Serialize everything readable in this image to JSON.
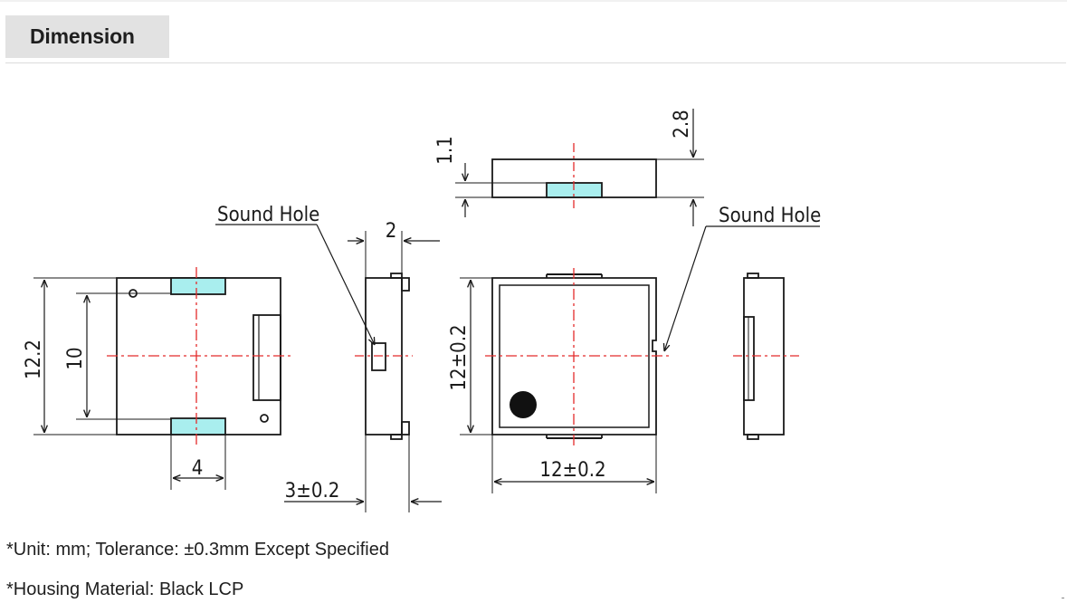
{
  "section": {
    "tab_label": "Dimension"
  },
  "drawing": {
    "label_sound_hole_left": "Sound Hole",
    "label_sound_hole_right": "Sound Hole",
    "dim_height_outer": "12.2",
    "dim_height_inner": "10",
    "dim_pad_width": "4",
    "dim_side_thickness": "2",
    "dim_side_depth": "3±0.2",
    "dim_top_hole": "1.1",
    "dim_top_height": "2.8",
    "dim_front_height": "12±0.2",
    "dim_front_width": "12±0.2"
  },
  "notes": [
    "*Unit: mm; Tolerance: ±0.3mm Except Specified",
    "*Housing Material: Black LCP"
  ],
  "colors": {
    "tab_bg": "#e2e2e2",
    "pad": "#a9eeee",
    "centerline": "#e32b2b",
    "line": "#1a1a1a"
  }
}
